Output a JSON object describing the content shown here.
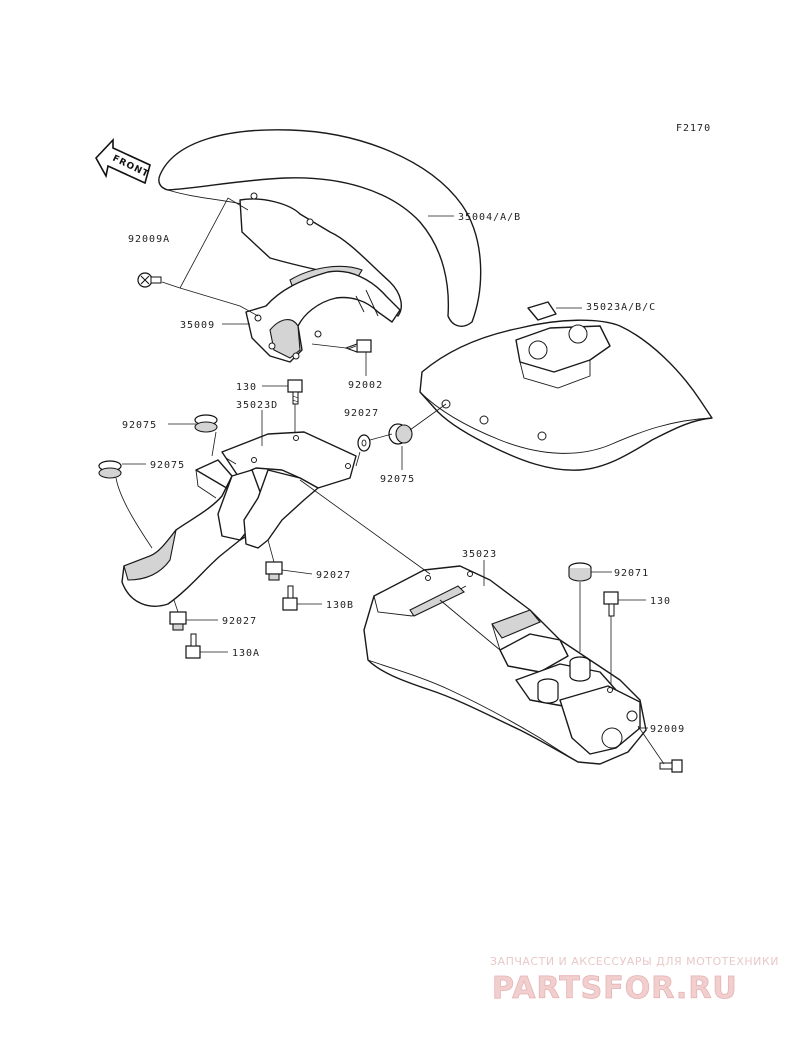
{
  "figure_code": "F2170",
  "front_label": "FRONT",
  "callouts": {
    "c35004": "35004/A/B",
    "c92009A": "92009A",
    "c35009": "35009",
    "c35023ABC": "35023A/B/C",
    "c92002": "92002",
    "c130a": "130",
    "c35023D": "35023D",
    "c92075a": "92075",
    "c92075b": "92075",
    "c92027a": "92027",
    "c92075c": "92075",
    "c92027b": "92027",
    "c130B": "130B",
    "c92027c": "92027",
    "c130A": "130A",
    "c35023": "35023",
    "c92071": "92071",
    "c130b": "130",
    "c92009": "92009"
  },
  "watermark": {
    "top_text": "ЗАПЧАСТИ И АКСЕССУАРЫ ДЛЯ МОТОТЕХНИКИ",
    "main_text": "PARTSFOR.RU"
  }
}
